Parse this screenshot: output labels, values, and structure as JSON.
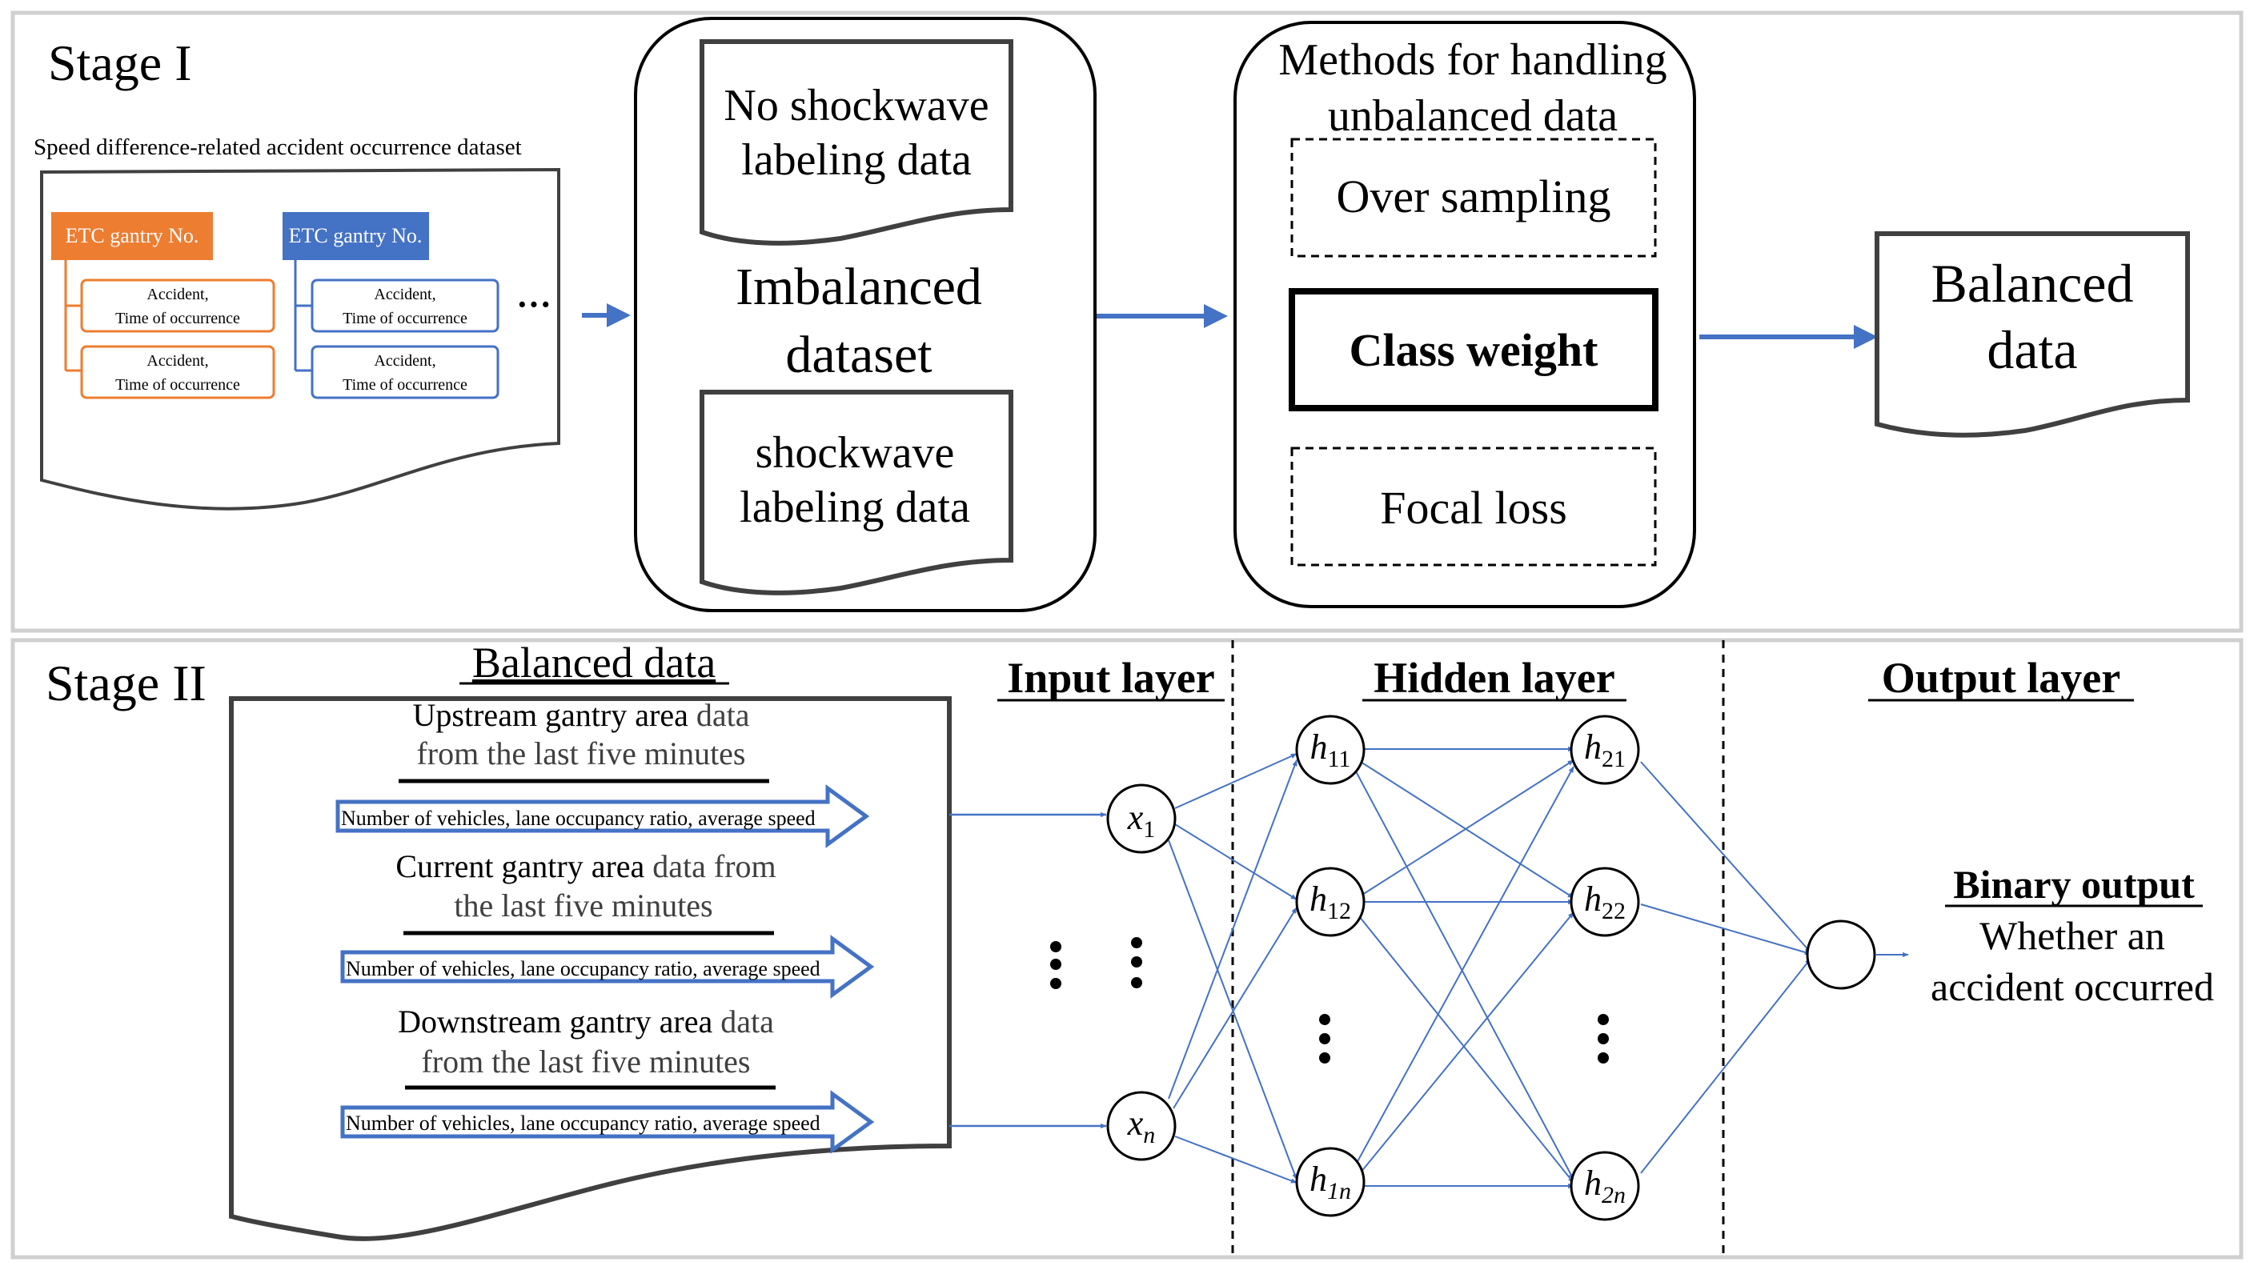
{
  "stage1": {
    "title": "Stage I",
    "dataset_caption": "Speed difference-related accident occurrence dataset",
    "gantry_a": {
      "label": "ETC gantry No.",
      "record_line1": "Accident,",
      "record_line2": "Time of occurrence"
    },
    "gantry_b": {
      "label": "ETC gantry No.",
      "record_line1": "Accident,",
      "record_line2": "Time of occurrence"
    },
    "ellipsis": "···",
    "imbalanced": {
      "no_shock_line1": "No shockwave",
      "no_shock_line2": "labeling data",
      "title_line1": "Imbalanced",
      "title_line2": "dataset",
      "shock_line1": "shockwave",
      "shock_line2": "labeling data"
    },
    "methods": {
      "title_line1": "Methods for handling",
      "title_line2": "unbalanced data",
      "over_sampling": "Over sampling",
      "class_weight": "Class weight",
      "focal_loss": "Focal loss"
    },
    "balanced": {
      "line1": "Balanced",
      "line2": "data"
    }
  },
  "stage2": {
    "title": "Stage II",
    "balanced_title": "Balanced data",
    "upstream": {
      "line1_main": "Upstream gantry area",
      "line1_rest": " data",
      "line2": "from the last five minutes",
      "features": "Number of vehicles, lane occupancy ratio, average speed"
    },
    "current": {
      "line1_main": "Current gantry area",
      "line1_rest": " data from",
      "line2": "the last five minutes",
      "features": "Number of vehicles, lane occupancy ratio, average speed"
    },
    "downstream": {
      "line1_main": "Downstream gantry area",
      "line1_rest": " data",
      "line2": "from the last five minutes",
      "features": "Number of vehicles, lane occupancy ratio, average speed"
    },
    "input_layer": "Input layer",
    "hidden_layer": "Hidden layer",
    "output_layer": "Output layer",
    "nodes": {
      "x1_base": "x",
      "x1_sub": "1",
      "xn_base": "x",
      "xn_sub": "n",
      "h11_base": "h",
      "h11_sub": "11",
      "h12_base": "h",
      "h12_sub": "12",
      "h1n_base": "h",
      "h1n_sub": "1n",
      "h21_base": "h",
      "h21_sub": "21",
      "h22_base": "h",
      "h22_sub": "22",
      "h2n_base": "h",
      "h2n_sub": "2n"
    },
    "binary_output": {
      "title": "Binary output",
      "line1": "Whether an",
      "line2": "accident occurred"
    }
  },
  "colors": {
    "orange": "#ED7D31",
    "blue": "#4472C4",
    "panel_border": "#D0D0D0",
    "dark": "#404040"
  }
}
